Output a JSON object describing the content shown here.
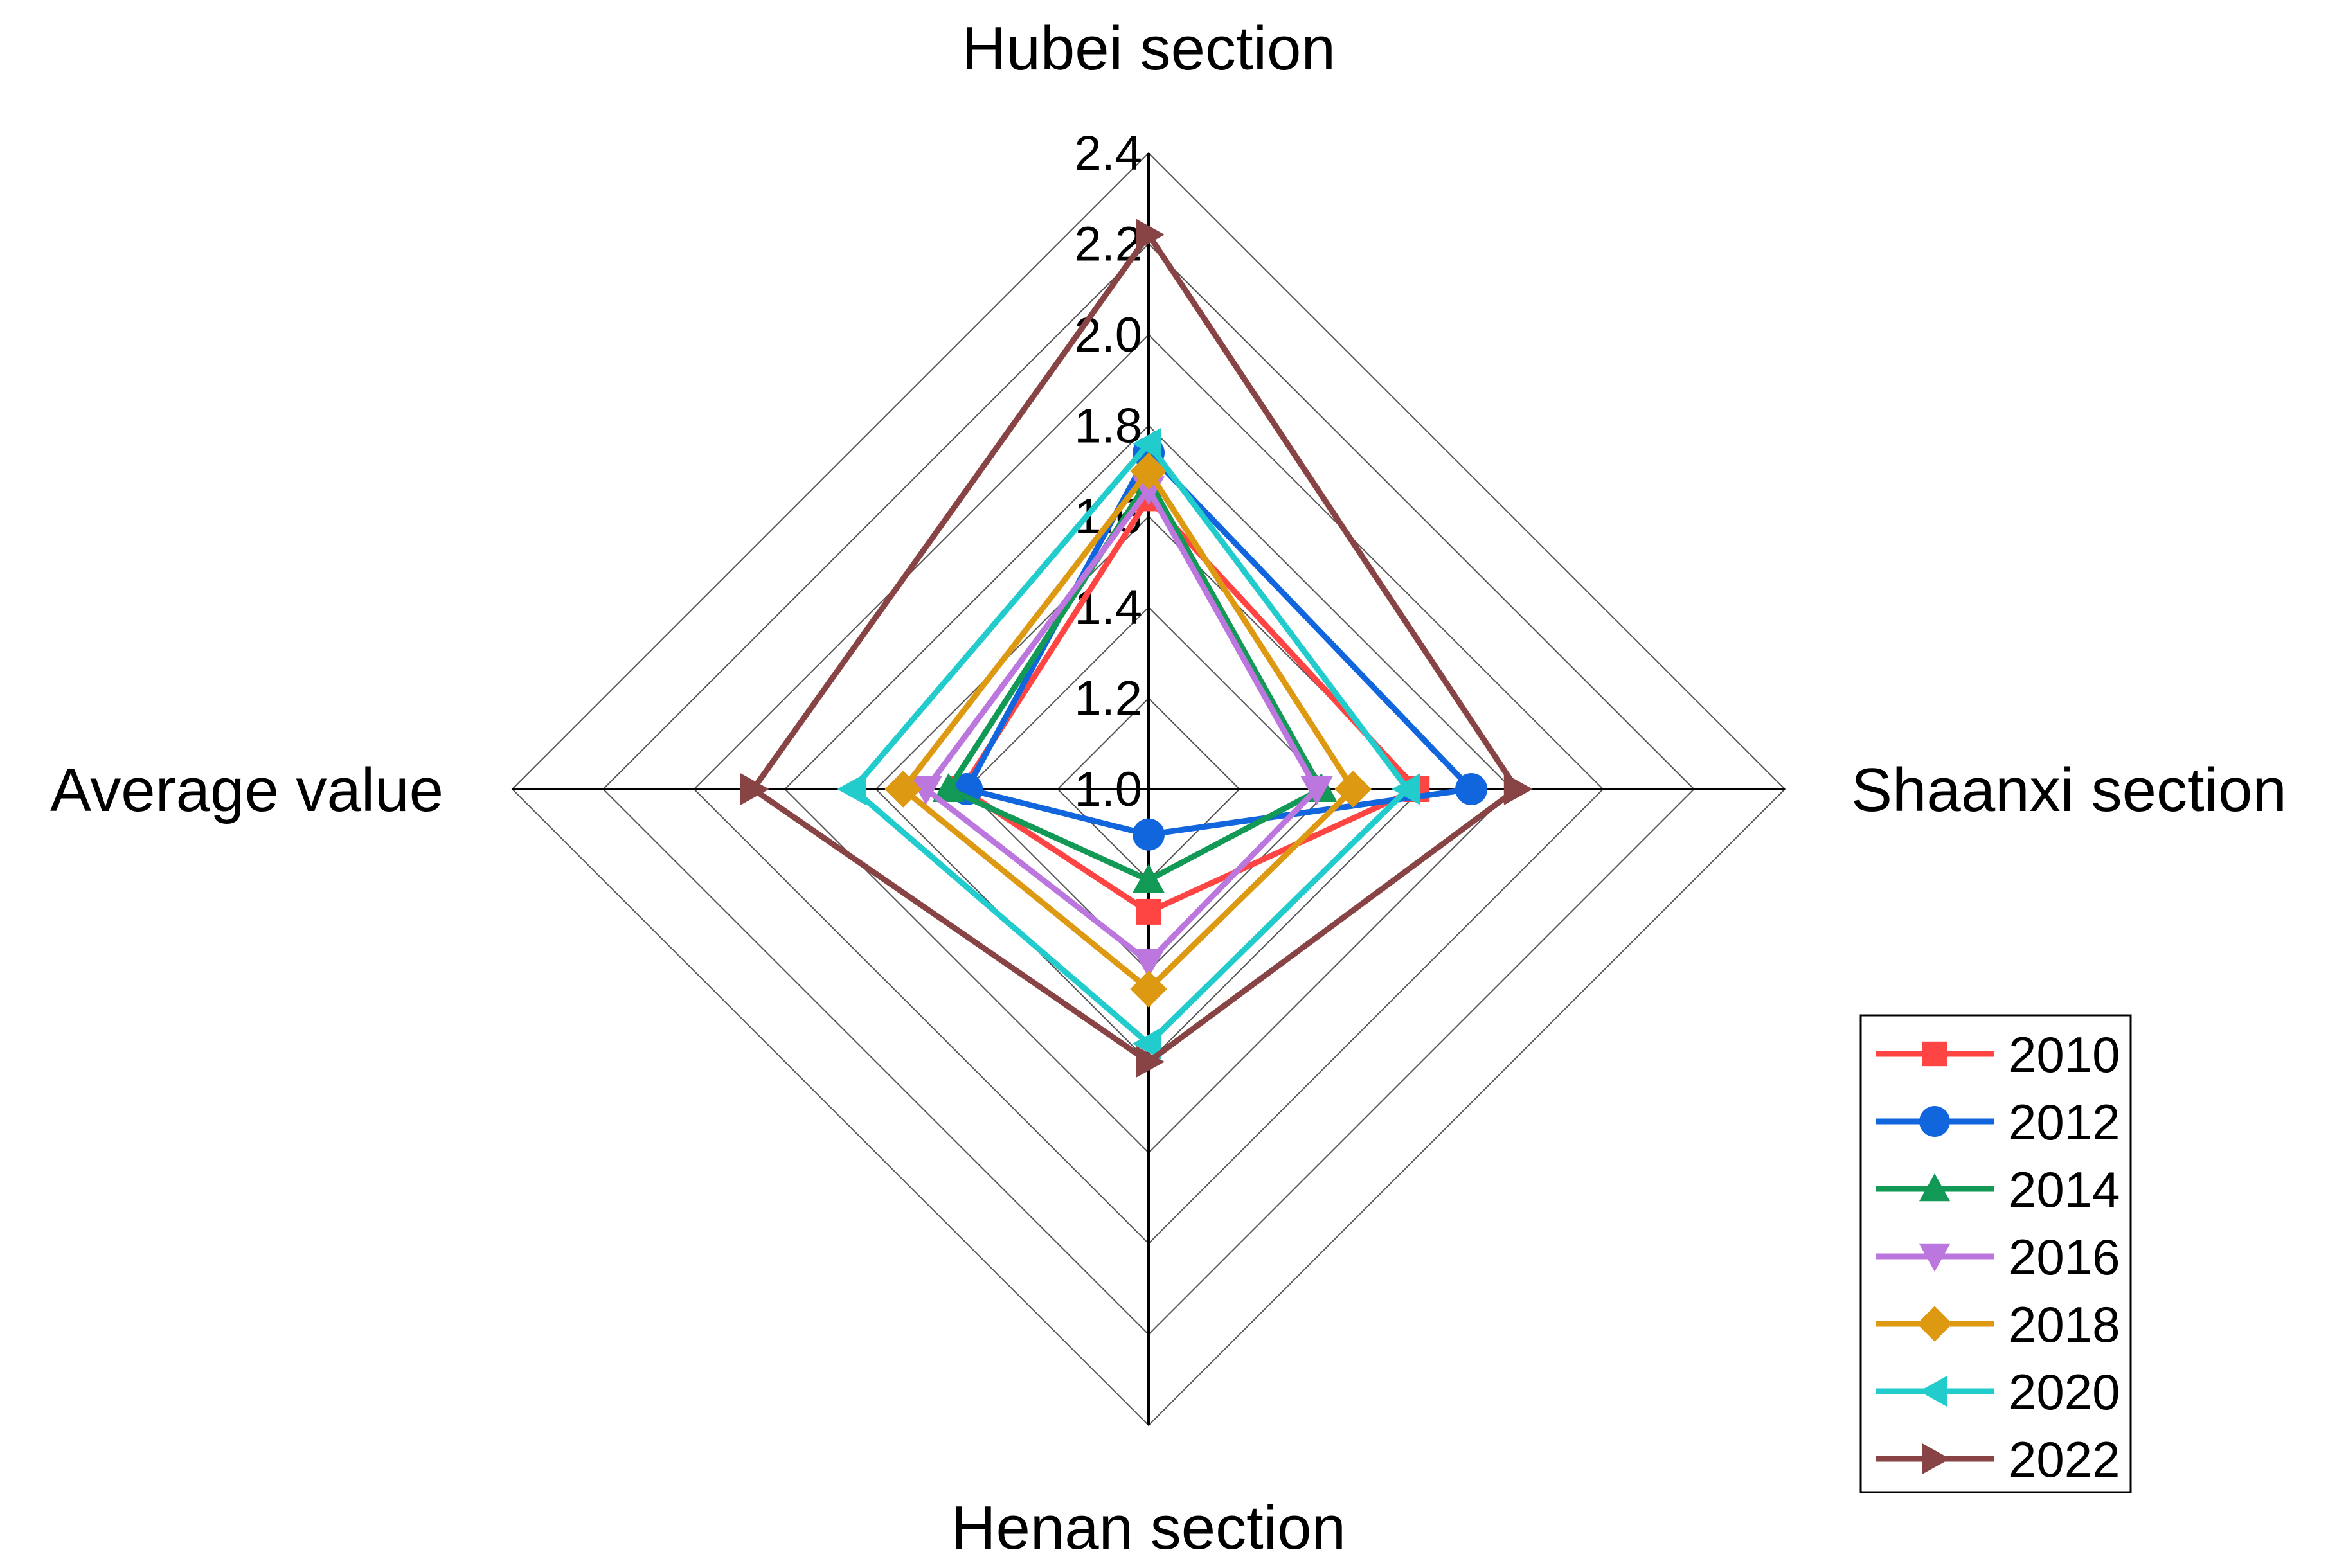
{
  "chart_data": {
    "type": "radar",
    "axes": [
      "Hubei section",
      "Shaanxi section",
      "Henan section",
      "Average value"
    ],
    "range": [
      1.0,
      2.4
    ],
    "ticks": [
      "1.0",
      "1.2",
      "1.4",
      "1.6",
      "1.8",
      "2.0",
      "2.2",
      "2.4"
    ],
    "tick_values": [
      1.0,
      1.2,
      1.4,
      1.6,
      1.8,
      2.0,
      2.2,
      2.4
    ],
    "grid": true,
    "legend_position": "bottom-right",
    "series": [
      {
        "name": "2010",
        "color": "#ff4444",
        "marker": "square",
        "values": [
          1.64,
          1.59,
          1.27,
          1.41
        ]
      },
      {
        "name": "2012",
        "color": "#1166dd",
        "marker": "circle",
        "values": [
          1.74,
          1.71,
          1.1,
          1.4
        ]
      },
      {
        "name": "2014",
        "color": "#119955",
        "marker": "triangle-up",
        "values": [
          1.68,
          1.38,
          1.2,
          1.44
        ]
      },
      {
        "name": "2016",
        "color": "#bb77dd",
        "marker": "triangle-down",
        "values": [
          1.66,
          1.37,
          1.38,
          1.49
        ]
      },
      {
        "name": "2018",
        "color": "#dd9911",
        "marker": "diamond",
        "values": [
          1.7,
          1.45,
          1.44,
          1.54
        ]
      },
      {
        "name": "2020",
        "color": "#22cccc",
        "marker": "triangle-left",
        "values": [
          1.76,
          1.57,
          1.56,
          1.65
        ]
      },
      {
        "name": "2022",
        "color": "#884444",
        "marker": "triangle-right",
        "values": [
          2.22,
          1.81,
          1.6,
          1.87
        ]
      }
    ]
  }
}
